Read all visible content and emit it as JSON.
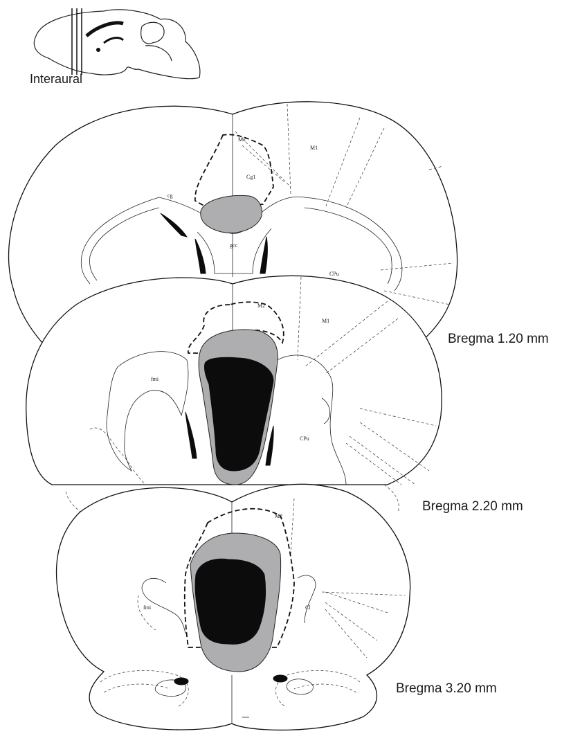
{
  "inset": {
    "label": "Interaural"
  },
  "sections": [
    {
      "bregma_label": "Bregma 1.20 mm",
      "regions": [
        "M2",
        "M1",
        "Cg1",
        "cg",
        "gcc",
        "CPu"
      ]
    },
    {
      "bregma_label": "Bregma 2.20 mm",
      "regions": [
        "M2",
        "M1",
        "fmi",
        "CPu"
      ]
    },
    {
      "bregma_label": "Bregma 3.20 mm",
      "regions": [
        "M2",
        "fmi",
        "Cl"
      ]
    }
  ],
  "colors": {
    "outline": "#111111",
    "lesion_core": "#0c0c0c",
    "lesion_extent": "#aeaeb0",
    "background": "#ffffff"
  }
}
